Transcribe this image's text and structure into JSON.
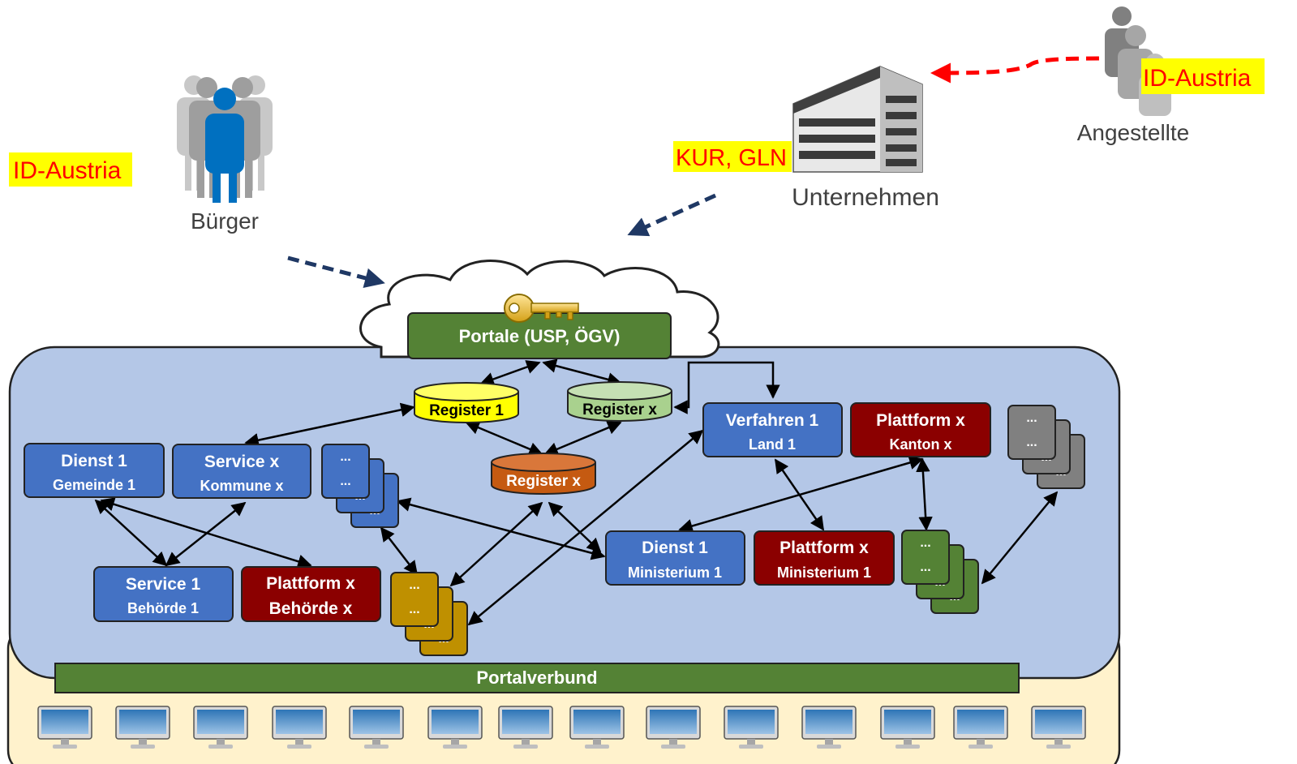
{
  "labels": {
    "buerger": "Bürger",
    "buerger_id": "ID-Austria",
    "unternehmen": "Unternehmen",
    "unternehmen_id": "KUR, GLN",
    "angestellte": "Angestellte",
    "angestellte_id": "ID-Austria",
    "portale": "Portale (USP, ÖGV)",
    "portalverbund": "Portalverbund"
  },
  "registers": {
    "register_1": "Register 1",
    "register_x_green": "Register x",
    "register_x_orange": "Register x"
  },
  "services": {
    "dienst_gemeinde": {
      "title": "Dienst 1",
      "sub": "Gemeinde 1"
    },
    "service_kommune": {
      "title": "Service x",
      "sub": "Kommune x"
    },
    "service_behoerde": {
      "title": "Service 1",
      "sub": "Behörde 1"
    },
    "plattform_behoerde": {
      "title": "Plattform x",
      "sub": "Behörde x"
    },
    "verfahren_land": {
      "title": "Verfahren 1",
      "sub": "Land 1"
    },
    "plattform_kanton": {
      "title": "Plattform x",
      "sub": "Kanton x"
    },
    "dienst_ministerium": {
      "title": "Dienst 1",
      "sub": "Ministerium 1"
    },
    "plattform_ministerium": {
      "title": "Plattform x",
      "sub": "Ministerium 1"
    }
  },
  "ellipsis": "...",
  "colors": {
    "blue_box": "#4472c4",
    "dark_red_box": "#8b0000",
    "green_bar": "#548235",
    "yellow_register": "#ffff00",
    "green_register": "#a9d18e",
    "orange_register": "#c55a11",
    "gold_stack": "#bf9000",
    "grey_stack": "#808080",
    "green_stack": "#548235",
    "network_bg": "#b4c7e7",
    "client_bg": "#fff2cc",
    "highlight": "#ffff00",
    "highlight_text": "#ff0000",
    "arrow_dashed": "#1f3864",
    "arrow_red": "#ff0000"
  }
}
